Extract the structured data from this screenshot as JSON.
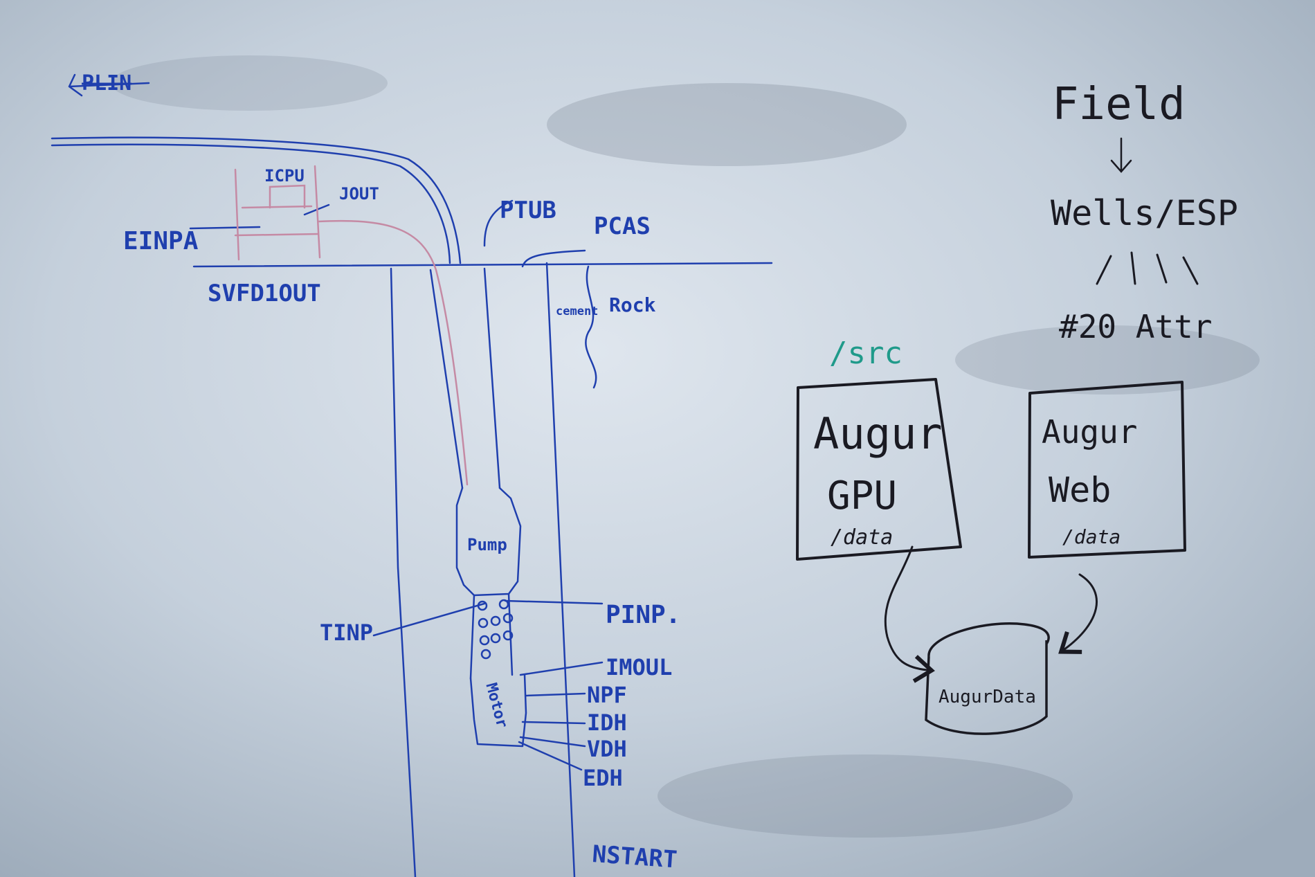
{
  "well_diagram": {
    "labels": {
      "plin": "PLIN",
      "icpu": "ICPU",
      "jout": "JOUT",
      "einpa": "EINPA",
      "svfd": "SVFD1OUT",
      "ptub": "PTUB",
      "pcas": "PCAS",
      "cement": "cement",
      "rock": "Rock",
      "pump": "Pump",
      "motor": "Motor",
      "tinp": "TINP",
      "pinp": "PINP.",
      "imoul": "IMOUL",
      "npf": "NPF",
      "idh": "IDH",
      "vdh": "VDH",
      "edh": "EDH",
      "nstart": "NSTART"
    }
  },
  "hierarchy": {
    "field": "Field",
    "wells": "Wells/ESP",
    "attrs": "#20 Attr"
  },
  "architecture": {
    "src": "/src",
    "augur_gpu": {
      "line1": "Augur",
      "line2": "GPU",
      "path": "/data"
    },
    "augur_web": {
      "line1": "Augur",
      "line2": "Web",
      "path": "/data"
    },
    "augur_data": "AugurData"
  },
  "colors": {
    "blue_marker": "#1f3fae",
    "black_marker": "#1a1a22",
    "red_marker": "#c58aa4",
    "teal_marker": "#1f9a8a"
  }
}
